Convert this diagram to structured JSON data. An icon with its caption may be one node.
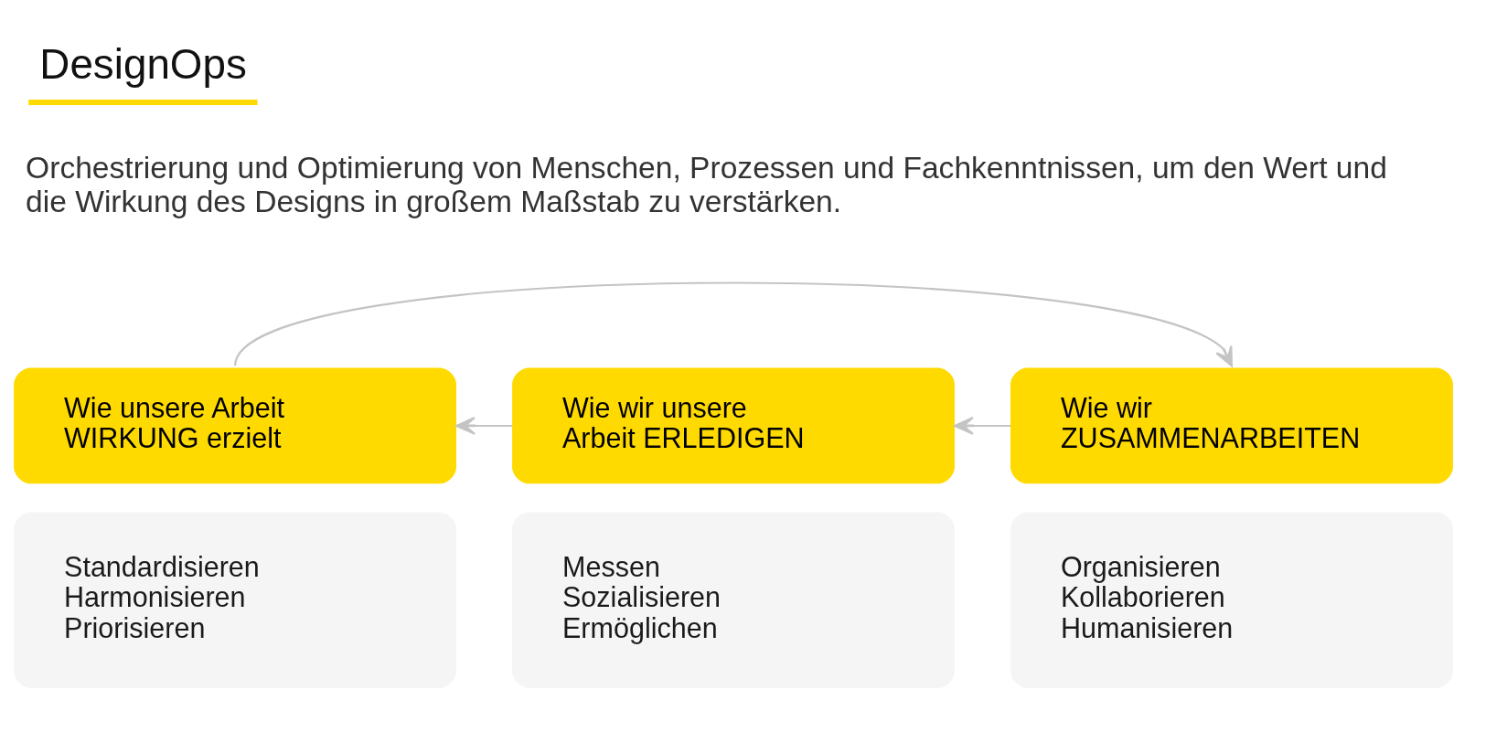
{
  "diagram": {
    "title": "DesignOps",
    "caption": "Orchestrierung und Optimierung von Menschen, Prozessen und Fachkenntnissen, um den Wert und die Wirkung des Designs in großem Maßstab zu verstärken.",
    "nodes": [
      {
        "text": [
          "Wie unsere Arbeit WIRKUNG erzielt"
        ]
      },
      {
        "text": [
          "Wie wir unsere Arbeit ERLEDIGEN"
        ]
      },
      {
        "text": [
          "Wie wir ZUSAMMENARBEITEN"
        ]
      },
      {
        "text": [
          "Standardisieren",
          "Harmonisieren",
          "Priorisieren"
        ]
      },
      {
        "text": [
          "Messen",
          "Sozialisieren",
          "Ermöglichen"
        ]
      },
      {
        "text": [
          "Organisieren",
          "Kollaborieren",
          "Humanisieren"
        ]
      }
    ],
    "edges": [
      {
        "from": 2,
        "to": 1,
        "arrow": "to"
      },
      {
        "from": 1,
        "to": 0,
        "arrow": "to"
      },
      {
        "from": 0,
        "to": 2,
        "arrow": "to"
      }
    ]
  }
}
